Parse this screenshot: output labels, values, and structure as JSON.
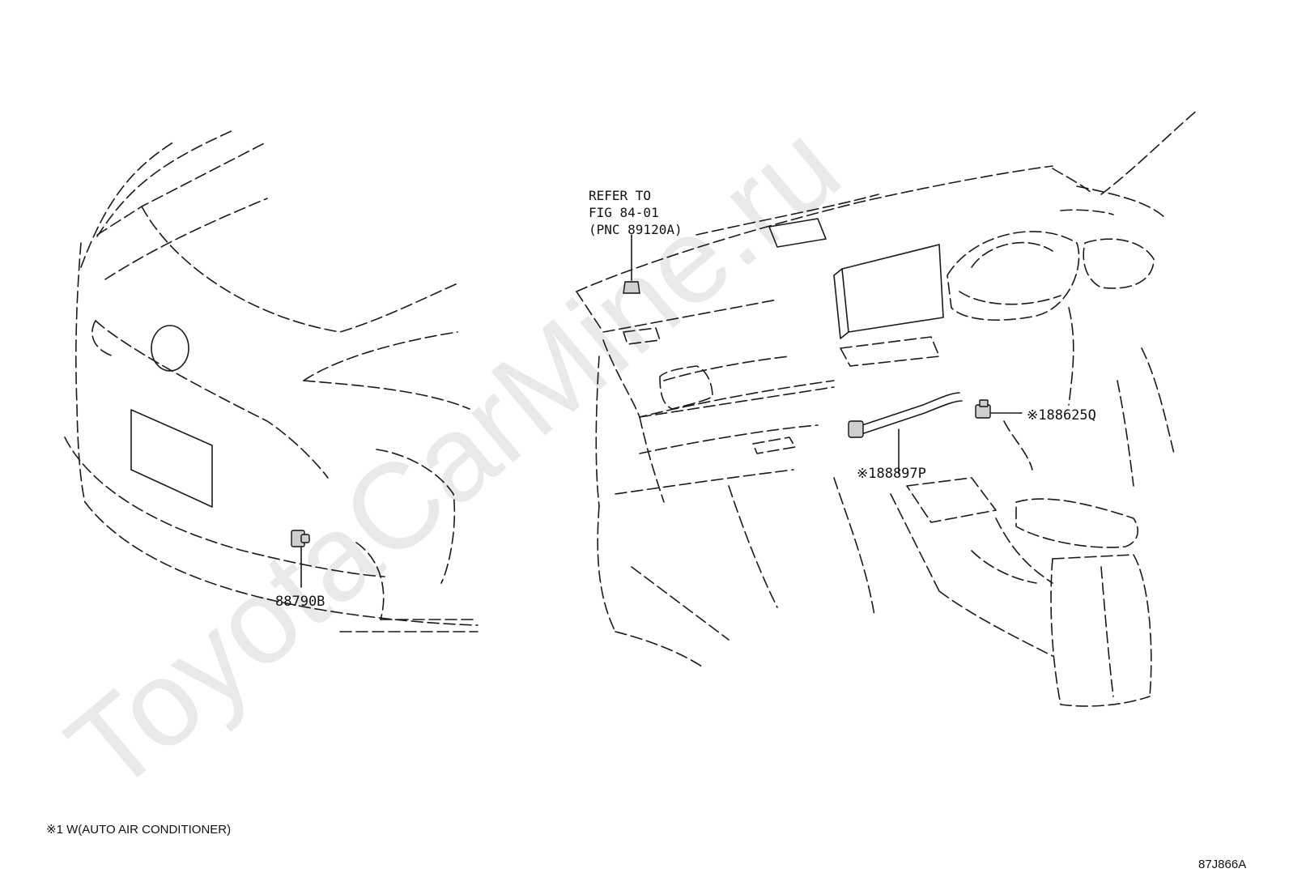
{
  "diagram": {
    "watermark": "ToyotaCarMine.ru",
    "reference": {
      "line1": "REFER TO",
      "line2": "FIG 84-01",
      "line3": "(PNC 89120A)"
    },
    "callouts": {
      "front_part": "88790B",
      "duct_part": "※188897P",
      "sensor_part": "※188625Q"
    },
    "footnote": "※1 W(AUTO AIR CONDITIONER)",
    "figure_code": "87J866A"
  }
}
